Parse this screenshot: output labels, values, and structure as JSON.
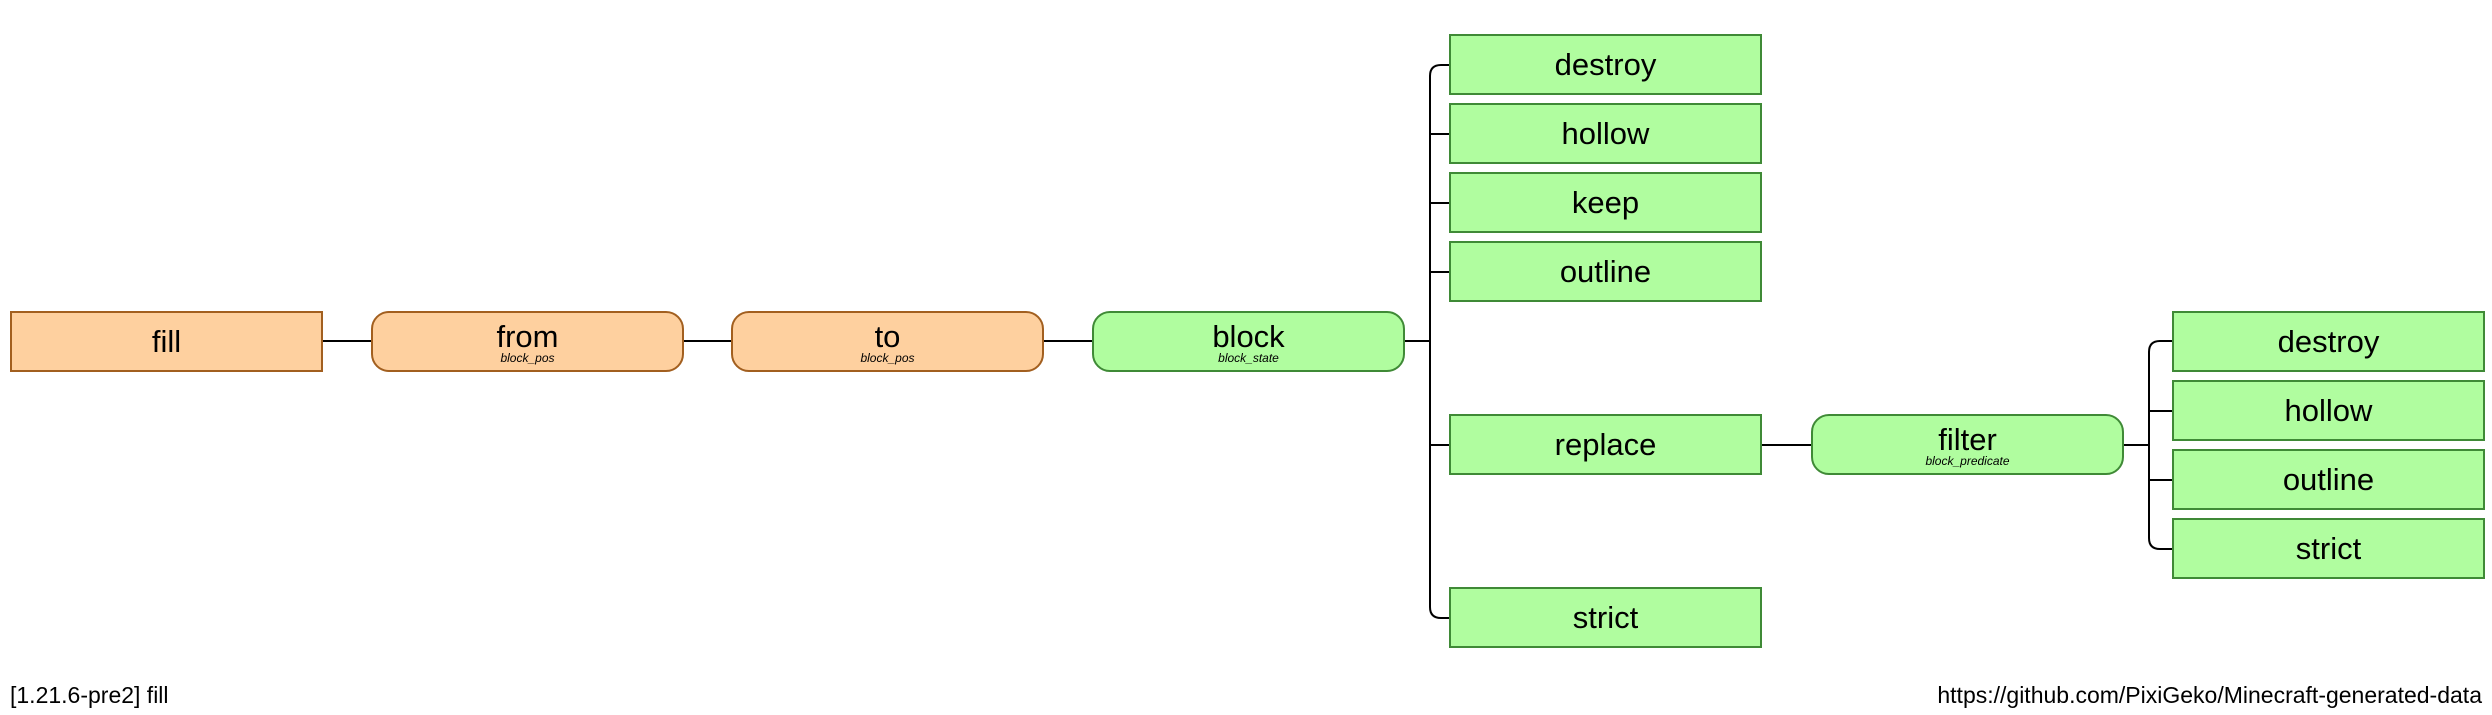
{
  "nodes": {
    "fill": {
      "label": "fill"
    },
    "from": {
      "label": "from",
      "type": "block_pos"
    },
    "to": {
      "label": "to",
      "type": "block_pos"
    },
    "block": {
      "label": "block",
      "type": "block_state"
    },
    "destroy": {
      "label": "destroy"
    },
    "hollow": {
      "label": "hollow"
    },
    "keep": {
      "label": "keep"
    },
    "outline": {
      "label": "outline"
    },
    "replace": {
      "label": "replace"
    },
    "strict": {
      "label": "strict"
    },
    "filter": {
      "label": "filter",
      "type": "block_predicate"
    },
    "filter_destroy": {
      "label": "destroy"
    },
    "filter_hollow": {
      "label": "hollow"
    },
    "filter_outline": {
      "label": "outline"
    },
    "filter_strict": {
      "label": "strict"
    }
  },
  "colors": {
    "root_fill": "#fed09f",
    "root_border": "#a25f1f",
    "node_fill": "#b0fd9f",
    "node_border": "#3f8a36",
    "edge": "#000000"
  },
  "footer": {
    "left": "[1.21.6-pre2] fill",
    "right": "https://github.com/PixiGeko/Minecraft-generated-data"
  }
}
